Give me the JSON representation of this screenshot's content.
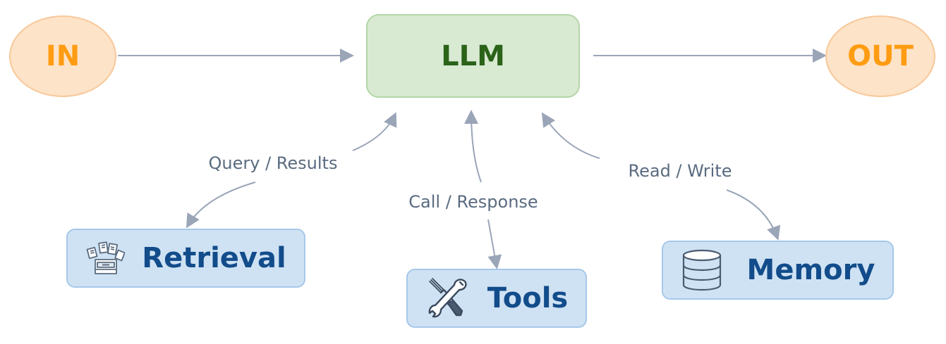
{
  "nodes": {
    "input": "IN",
    "llm": "LLM",
    "output": "OUT",
    "retrieval": "Retrieval",
    "tools": "Tools",
    "memory": "Memory"
  },
  "edges": {
    "retrieval": "Query / Results",
    "tools": "Call / Response",
    "memory": "Read / Write"
  },
  "icons": {
    "retrieval": "file-cabinet-icon",
    "tools": "wrench-screwdriver-icon",
    "memory": "database-icon"
  },
  "colors": {
    "io_fill": "#fde3c8",
    "io_text": "#ff9c12",
    "llm_fill": "#d9ead3",
    "llm_text": "#2b6319",
    "tool_fill": "#cfe2f3",
    "tool_text": "#124c8b",
    "arrow": "#9aa5b8"
  }
}
